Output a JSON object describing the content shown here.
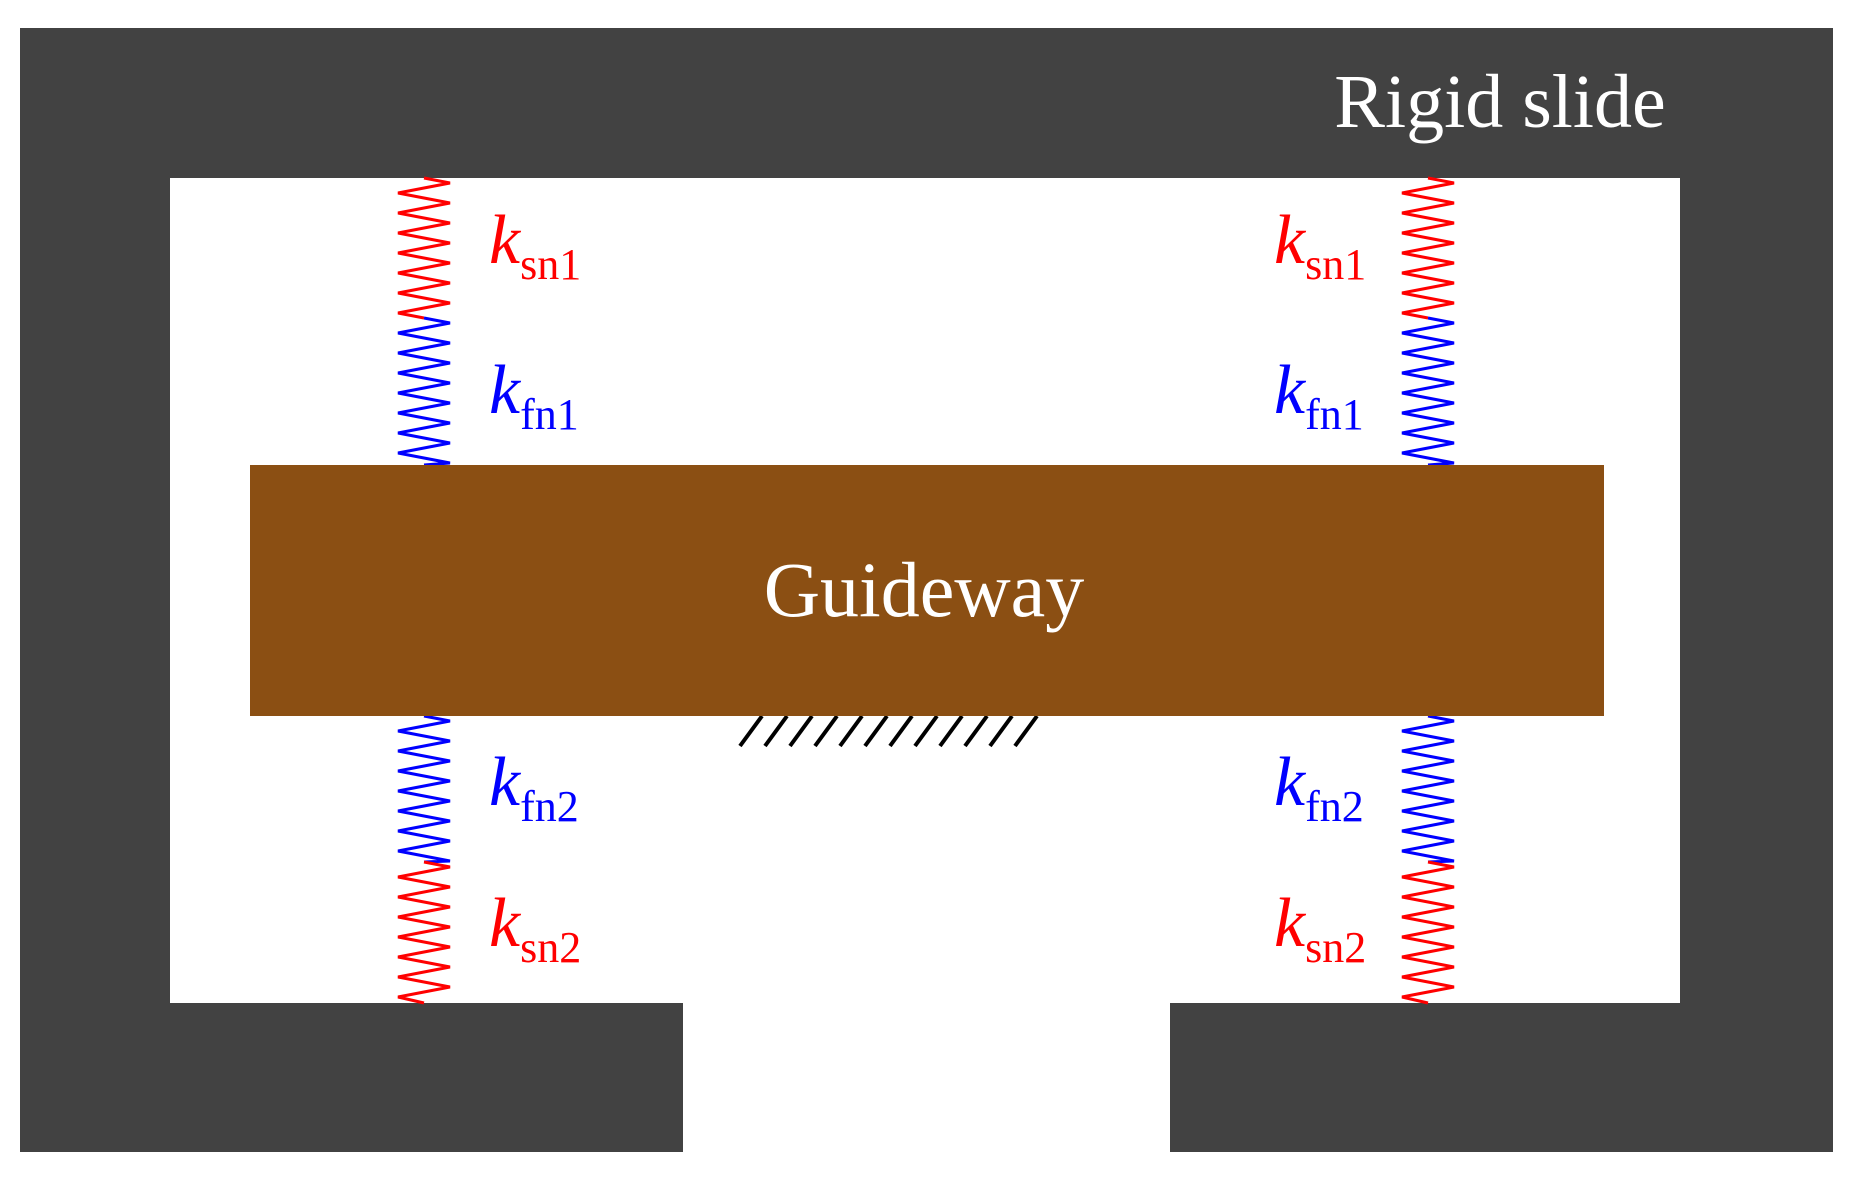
{
  "slide": {
    "label": "Rigid slide",
    "color": "#424242",
    "label_color": "#ffffff"
  },
  "guideway": {
    "label": "Guideway",
    "color": "#8b4f13",
    "label_color": "#ffffff"
  },
  "colors": {
    "slide_spring": "#ff0000",
    "guideway_spring": "#0000ff",
    "background": "#ffffff",
    "hatch": "#000000"
  },
  "springs": {
    "top_left": {
      "slide_label": {
        "k": "k",
        "sub": "sn1"
      },
      "guideway_label": {
        "k": "k",
        "sub": "fn1"
      }
    },
    "top_right": {
      "slide_label": {
        "k": "k",
        "sub": "sn1"
      },
      "guideway_label": {
        "k": "k",
        "sub": "fn1"
      }
    },
    "bottom_left": {
      "guideway_label": {
        "k": "k",
        "sub": "fn2"
      },
      "slide_label": {
        "k": "k",
        "sub": "sn2"
      }
    },
    "bottom_right": {
      "guideway_label": {
        "k": "k",
        "sub": "fn2"
      },
      "slide_label": {
        "k": "k",
        "sub": "sn2"
      }
    }
  }
}
